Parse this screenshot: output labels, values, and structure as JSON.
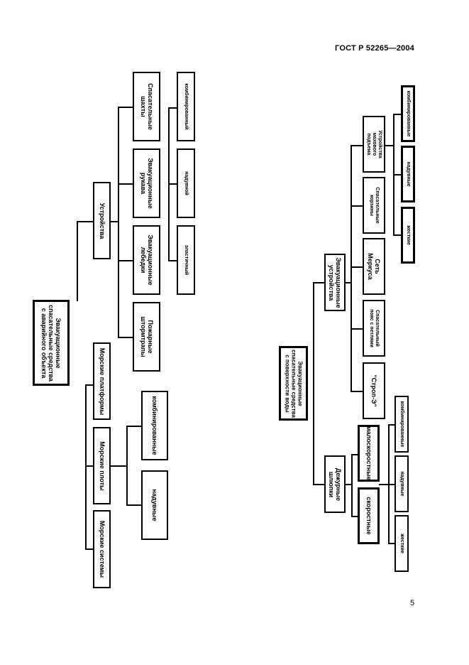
{
  "header": {
    "doc_code": "ГОСТ Р 52265—2004",
    "page_number": "5"
  },
  "left_tree": {
    "root": "Эвакуационные\nспасательные средства\nс аварийного объекта",
    "devices": "Устройства",
    "platforms": "Морские платформы",
    "rafts": "Морские плоты",
    "systems": "Морские системы",
    "escape_chutes": "Спасательные\nшахты",
    "evac_sleeves": "Эвакуационные\nрукава",
    "evac_winches": "Эвакуационные\nлебедки",
    "fire_ladders": "Пожарные\nштормтрапы",
    "combined_1": "комбинированный",
    "inflatable_1": "надувной",
    "rigid_1": "эластичный",
    "combined_2": "комбинированные",
    "inflatable_2": "надувные"
  },
  "right_tree": {
    "root": "Эвакуационные\nспасательные средства\nс поверхности воды",
    "devices": "Эвакуационные\nустройства",
    "boats": "Дежурные\nшлюпки",
    "lifting_device": "Устройства\nмахового\nподъема",
    "rescue_baskets": "Спасательные\nкорзины",
    "mercury_net": "Сеть\nМеркуса",
    "rescue_belt": "Спасательный\nпояс с петлями",
    "strop": "\"Строп-Э\"",
    "combined_3": "комбинированные",
    "inflatable_3": "надувные",
    "rigid_3": "жесткие",
    "low_speed": "малоскоростные",
    "high_speed": "скоростные",
    "combined_4": "комбинированные",
    "inflatable_4": "надувные",
    "rigid_4": "жесткие"
  }
}
